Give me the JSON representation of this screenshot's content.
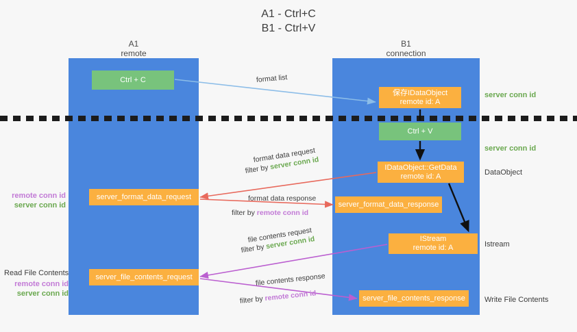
{
  "title": {
    "line1": "A1 - Ctrl+C",
    "line2": "B1 - Ctrl+V"
  },
  "columns": {
    "left": {
      "name": "A1",
      "role": "remote"
    },
    "right": {
      "name": "B1",
      "role": "connection"
    }
  },
  "boxes": {
    "ctrl_c": {
      "line1": "Ctrl + C",
      "color": "#78c37c"
    },
    "idataobject": {
      "line1": "保存IDataObject",
      "line2": "remote id: A",
      "color": "#fbb040"
    },
    "ctrl_v": {
      "line1": "Ctrl + V",
      "color": "#78c37c"
    },
    "getdata": {
      "line1": "IDataObject::GetData",
      "line2": "remote id: A",
      "color": "#fbb040"
    },
    "format_data_request": {
      "line1": "server_format_data_request",
      "color": "#fbb040"
    },
    "format_data_response": {
      "line1": "server_format_data_response",
      "color": "#fbb040"
    },
    "istream": {
      "line1": "IStream",
      "line2": "remote id: A",
      "color": "#fbb040"
    },
    "file_contents_request": {
      "line1": "server_file_contents_request",
      "color": "#fbb040"
    },
    "file_contents_response": {
      "line1": "server_file_contents_response",
      "color": "#fbb040"
    }
  },
  "annotations": {
    "right": {
      "server_conn_id_top": "server conn id",
      "server_conn_id_mid": "server conn id",
      "dataobject": "DataObject",
      "istream": "Istream",
      "write_file_contents": "Write File Contents"
    },
    "left": {
      "remote_conn_id_1": "remote conn id",
      "server_conn_id_1": "server conn id",
      "read_file_contents": "Read File Contents",
      "remote_conn_id_2": "remote conn id",
      "server_conn_id_2": "server conn id"
    }
  },
  "flow_labels": {
    "format_list": "format list",
    "format_data_request": "format data request",
    "format_data_request_filter_prefix": "filter by ",
    "format_data_request_filter_value": "server conn id",
    "format_data_response": "format data response",
    "format_data_response_filter_prefix": "filter by ",
    "format_data_response_filter_value": "remote conn id",
    "file_contents_request": "file contents request",
    "file_contents_request_filter_prefix": "filter by ",
    "file_contents_request_filter_value": "server conn id",
    "file_contents_response": "file contents response",
    "file_contents_response_filter_prefix": "filter by ",
    "file_contents_response_filter_value": "remote conn id"
  },
  "colors": {
    "lane_blue": "#4a86dd",
    "box_orange": "#fbb040",
    "box_green": "#78c37c",
    "arrow_lightblue": "#8cbde8",
    "arrow_red": "#e8695c",
    "arrow_purple": "#bb5fd0",
    "arrow_black": "#101010",
    "text_green": "#6aa84f",
    "text_purple": "#c27ad6",
    "background": "#f7f7f7"
  }
}
